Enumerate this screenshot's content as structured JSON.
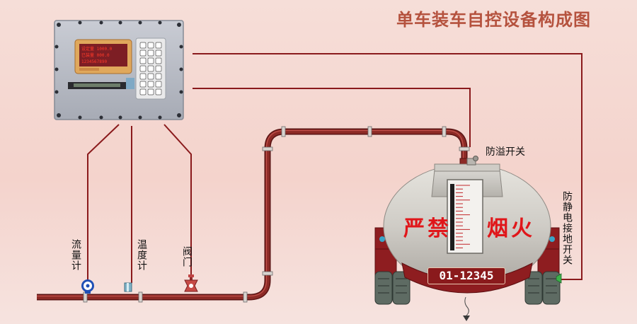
{
  "title": "单车装车自控设备构成图",
  "labels": {
    "flowmeter": "流量计",
    "thermometer": "温度计",
    "valve": "阀门",
    "overflow_switch": "防溢开关",
    "static_switch": "防静电接地开关"
  },
  "tanker": {
    "warning_left": "严禁",
    "warning_right": "烟火",
    "plate": "01-12345"
  },
  "controller": {
    "display_lines": [
      "设定量 1000.0",
      "已装量 000.0",
      "1234567890"
    ]
  },
  "colors": {
    "pipe": "#7a1e1e",
    "wire": "#8a1a1c",
    "title": "#b5523e",
    "warning": "#e0161a"
  }
}
